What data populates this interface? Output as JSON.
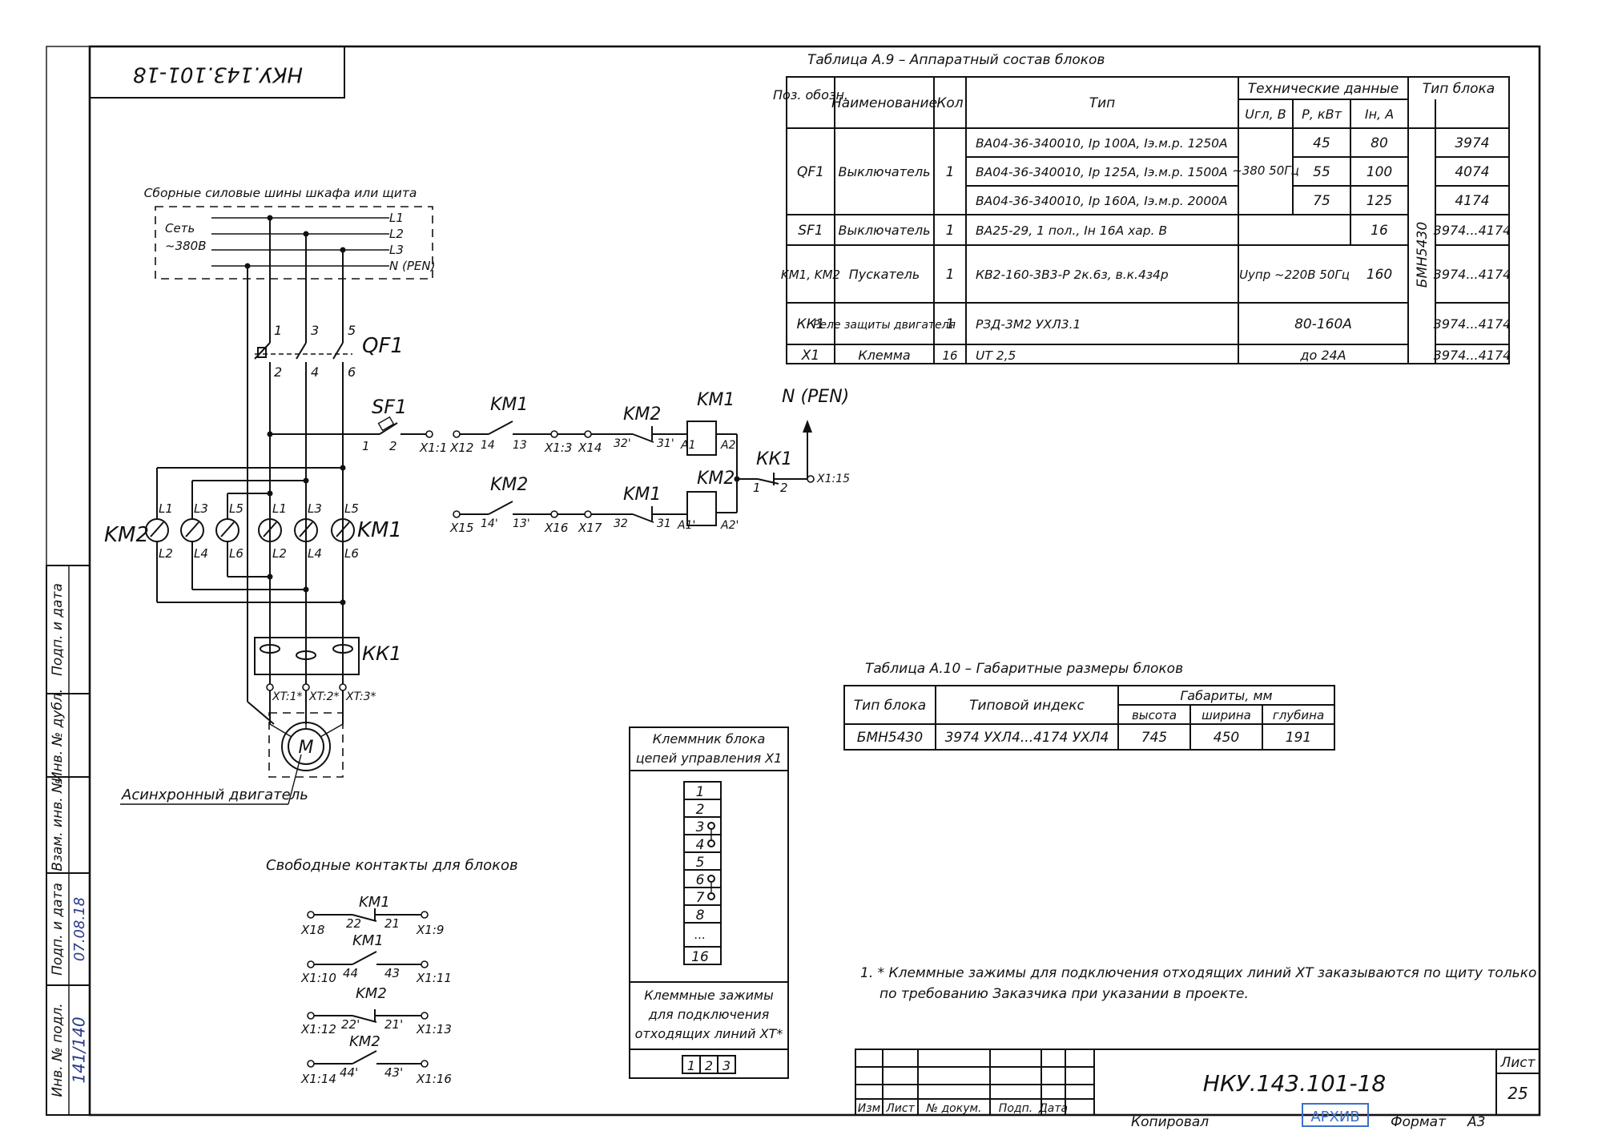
{
  "title_block": {
    "doc_code": "НКУ.143.101-18",
    "doc_code_mirrored": "НКУ.143.101-18",
    "sheet_label": "Лист",
    "sheet_number": "25",
    "cols": [
      "Изм",
      "Лист",
      "№ докум.",
      "Подп.",
      "Дата"
    ],
    "copied": "Копировал",
    "archive_stamp": "АРХИВ",
    "format_label": "Формат",
    "format_value": "А3"
  },
  "left_strip": {
    "labels": [
      "Подп. и дата",
      "Инв. № дубл.",
      "Взам. инв. №",
      "Подп. и дата",
      "Инв. № подл."
    ],
    "sign_date": "07.08.18",
    "inv_no": "141/140"
  },
  "table_a9": {
    "title": "Таблица А.9 – Аппаратный состав блоков",
    "headers": {
      "pos": "Поз. обозн.",
      "name": "Наименование",
      "qty": "Кол",
      "type": "Тип",
      "tech": "Технические данные",
      "u": "Uгл, В",
      "p": "Р, кВт",
      "i": "Iн, А",
      "block": "Тип блока"
    },
    "block_type_vertical": "БМН5430",
    "qf1": {
      "pos": "QF1",
      "name": "Выключатель",
      "qty": "1",
      "u": "~380 50Гц",
      "rows": [
        {
          "type": "ВА04-36-340010, Iр 100А, Iэ.м.р. 1250А",
          "p": "45",
          "i": "80",
          "block": "3974"
        },
        {
          "type": "ВА04-36-340010, Iр 125А, Iэ.м.р. 1500А",
          "p": "55",
          "i": "100",
          "block": "4074"
        },
        {
          "type": "ВА04-36-340010, Iр 160А, Iэ.м.р. 2000А",
          "p": "75",
          "i": "125",
          "block": "4174"
        }
      ]
    },
    "sf1": {
      "pos": "SF1",
      "name": "Выключатель",
      "qty": "1",
      "type": "ВА25-29, 1 пол., Iн 16А хар. В",
      "i": "16",
      "block": "3974...4174"
    },
    "km": {
      "pos": "KM1, KM2",
      "name": "Пускатель",
      "qty": "1",
      "type": "КВ2-160-3В3-Р 2к.6з, в.к.4з4р",
      "u": "Uупр ~220В 50Гц",
      "i": "160",
      "block": "3974...4174"
    },
    "kk1": {
      "pos": "КК1",
      "name": "Реле защиты двигателя",
      "qty": "1",
      "type": "РЗД-3М2 УХЛ3.1",
      "tech": "80-160А",
      "block": "3974...4174"
    },
    "x1": {
      "pos": "X1",
      "name": "Клемма",
      "qty": "16",
      "type": "UT 2,5",
      "tech": "до 24А",
      "block": "3974...4174"
    }
  },
  "table_a10": {
    "title": "Таблица А.10 – Габаритные размеры блоков",
    "headers": {
      "block": "Тип блока",
      "index": "Типовой индекс",
      "dims": "Габариты, мм",
      "h": "высота",
      "w": "ширина",
      "d": "глубина"
    },
    "row": {
      "block": "БМН5430",
      "index": "3974 УХЛ4...4174 УХЛ4",
      "h": "745",
      "w": "450",
      "d": "191"
    }
  },
  "note": {
    "line1": "1. * Клеммные зажимы для подключения отходящих линий ХТ заказываются по щиту только",
    "line2": "по требованию Заказчика при указании в проекте."
  },
  "terminal_block": {
    "title1": "Клеммник блока",
    "title2": "цепей управления Х1",
    "cells": [
      "1",
      "2",
      "3",
      "4",
      "5",
      "6",
      "7",
      "8",
      "...",
      "16"
    ],
    "lower1": "Клеммные зажимы",
    "lower2": "для подключения",
    "lower3": "отходящих линий ХТ*",
    "xt_cells": [
      "1",
      "2",
      "3"
    ]
  },
  "power": {
    "bus_title": "Сборные силовые шины шкафа или щита",
    "net": "Сеть",
    "net_v": "~380В",
    "phases": [
      "L1",
      "L2",
      "L3",
      "N (PEN)"
    ],
    "qf1": "QF1",
    "qf_pins_top": [
      "1",
      "3",
      "5"
    ],
    "qf_pins_bot": [
      "2",
      "4",
      "6"
    ],
    "km1": "KM1",
    "km2": "KM2",
    "km2_in": [
      "L1",
      "L3",
      "L5"
    ],
    "km2_out": [
      "L2",
      "L4",
      "L6"
    ],
    "km1_in": [
      "L1",
      "L3",
      "L5"
    ],
    "km1_out": [
      "L2",
      "L4",
      "L6"
    ],
    "kk1": "КК1",
    "xt": [
      "XT:1*",
      "XT:2*",
      "XT:3*"
    ],
    "motor": "М",
    "motor_label": "Асинхронный двигатель"
  },
  "control": {
    "sf1": "SF1",
    "sf1_pins": [
      "1",
      "2"
    ],
    "pen": "N (PEN)",
    "row1": {
      "x11": "X1:1",
      "x12": "X12",
      "km1": "KM1",
      "p14": "14",
      "p13": "13",
      "x13": "X1:3",
      "x14": "X14",
      "km2": "KM2",
      "p32": "32'",
      "p31": "31'",
      "coil": "KM1",
      "a1": "A1",
      "a2": "A2"
    },
    "row2": {
      "x15": "X15",
      "km2": "KM2",
      "p14": "14'",
      "p13": "13'",
      "x16": "X16",
      "x17": "X17",
      "km1": "KM1",
      "p32": "32",
      "p31": "31",
      "coil": "KM2",
      "a1": "A1'",
      "a2": "A2'"
    },
    "kk1": "КК1",
    "kk_pins": [
      "1",
      "2"
    ],
    "x115": "X1:15"
  },
  "free_contacts": {
    "title": "Свободные контакты для блоков",
    "groups": [
      {
        "name": "KM1",
        "left": "X18",
        "a": "22",
        "b": "21",
        "right": "X1:9"
      },
      {
        "name": "KM1",
        "left": "X1:10",
        "a": "44",
        "b": "43",
        "right": "X1:11"
      },
      {
        "name": "KM2",
        "left": "X1:12",
        "a": "22'",
        "b": "21'",
        "right": "X1:13"
      },
      {
        "name": "KM2",
        "left": "X1:14",
        "a": "44'",
        "b": "43'",
        "right": "X1:16"
      }
    ]
  }
}
